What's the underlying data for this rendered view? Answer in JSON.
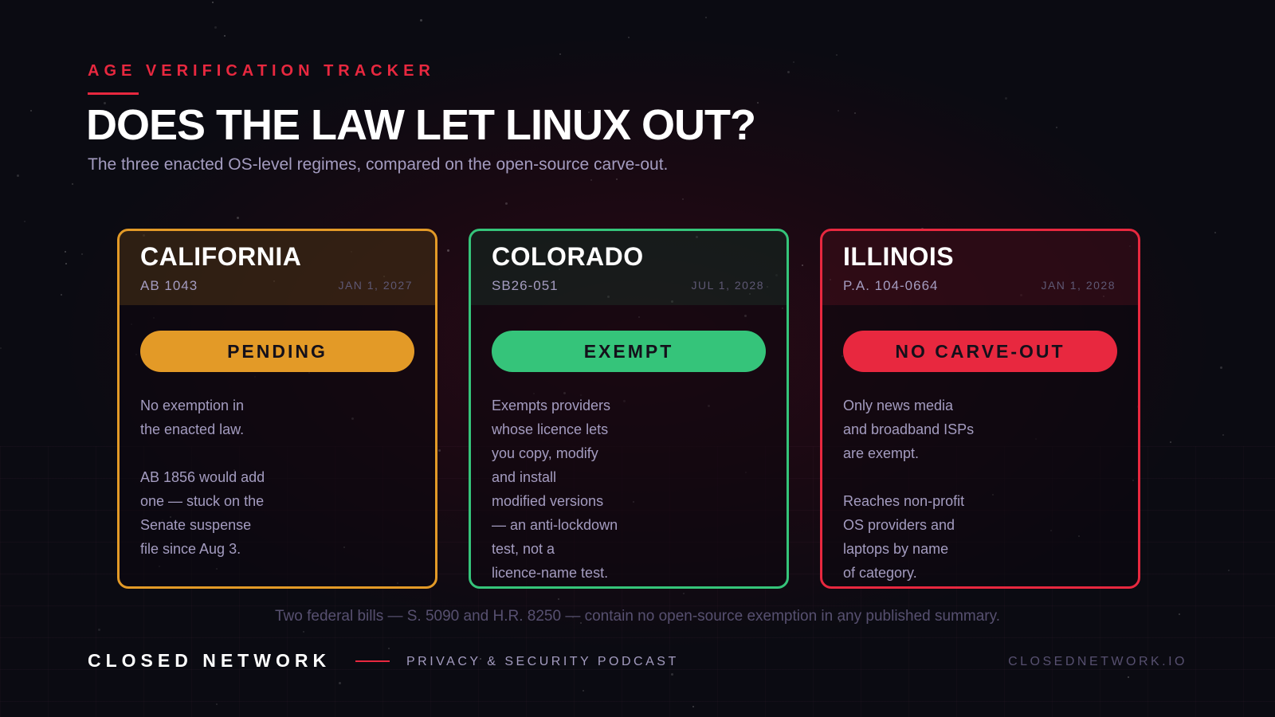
{
  "header": {
    "eyebrow": "AGE VERIFICATION TRACKER",
    "title": "DOES THE LAW LET LINUX OUT?",
    "subtitle": "The three enacted OS-level regimes, compared on the open-source carve-out."
  },
  "cards": [
    {
      "state": "CALIFORNIA",
      "bill": "AB 1043",
      "date": "JAN 1, 2027",
      "status": "PENDING",
      "color": "#e39a27",
      "paragraphs": [
        "No exemption in\nthe enacted law.",
        "AB 1856 would add\none — stuck on the\nSenate suspense\nfile since Aug 3."
      ]
    },
    {
      "state": "COLORADO",
      "bill": "SB26-051",
      "date": "JUL 1, 2028",
      "status": "EXEMPT",
      "color": "#35c47a",
      "paragraphs": [
        "Exempts providers\nwhose licence lets\nyou copy, modify\nand install\nmodified versions\n— an anti-lockdown\ntest, not a\nlicence-name test."
      ]
    },
    {
      "state": "ILLINOIS",
      "bill": "P.A. 104-0664",
      "date": "JAN 1, 2028",
      "status": "NO CARVE-OUT",
      "color": "#e8283f",
      "paragraphs": [
        "Only news media\nand broadband ISPs\nare exempt.",
        "Reaches non-profit\nOS providers and\nlaptops by name\nof category."
      ]
    }
  ],
  "federal_note": "Two federal bills — S. 5090 and H.R. 8250 — contain no open-source exemption in any published summary.",
  "footer": {
    "brand": "CLOSED NETWORK",
    "tagline": "PRIVACY & SECURITY PODCAST",
    "url": "CLOSEDNETWORK.IO"
  }
}
